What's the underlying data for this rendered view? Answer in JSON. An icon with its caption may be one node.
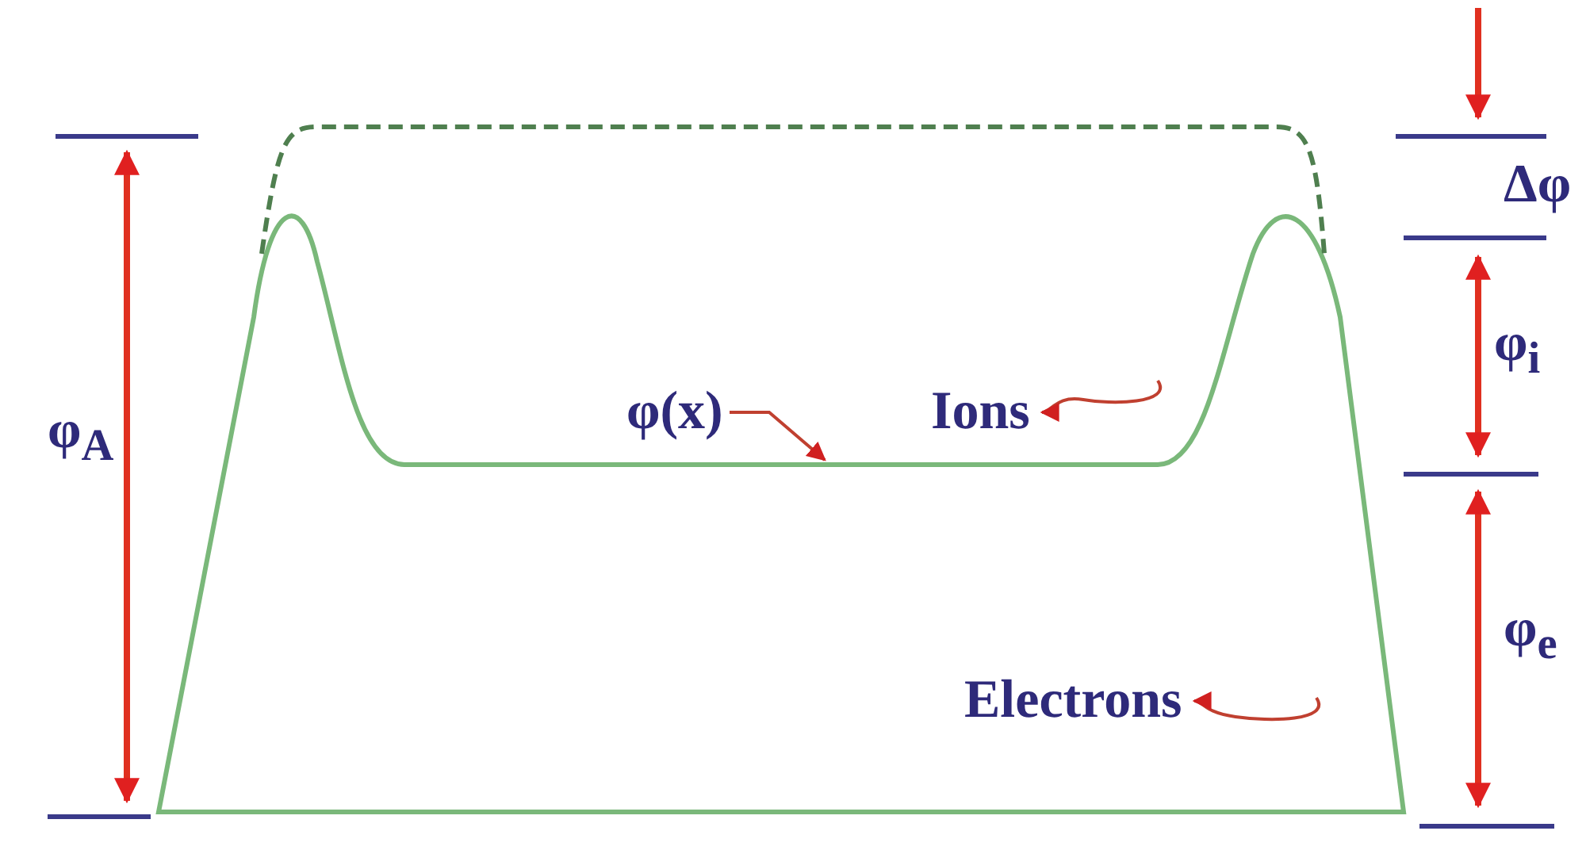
{
  "diagram": {
    "nodes": [
      {
        "text": [
          "φ(x)"
        ]
      },
      {
        "text": [
          "Ions"
        ]
      },
      {
        "text": [
          "Electrons"
        ]
      }
    ],
    "edges": [
      {
        "from": 0,
        "to": null,
        "arrow": "to"
      },
      {
        "from": null,
        "to": 1,
        "arrow": "to"
      },
      {
        "from": null,
        "to": 2,
        "arrow": "to"
      }
    ],
    "labels": [
      "φ$_{A}$",
      "Δφ",
      "φ$_{i}$",
      "φ$_{e}$"
    ]
  }
}
